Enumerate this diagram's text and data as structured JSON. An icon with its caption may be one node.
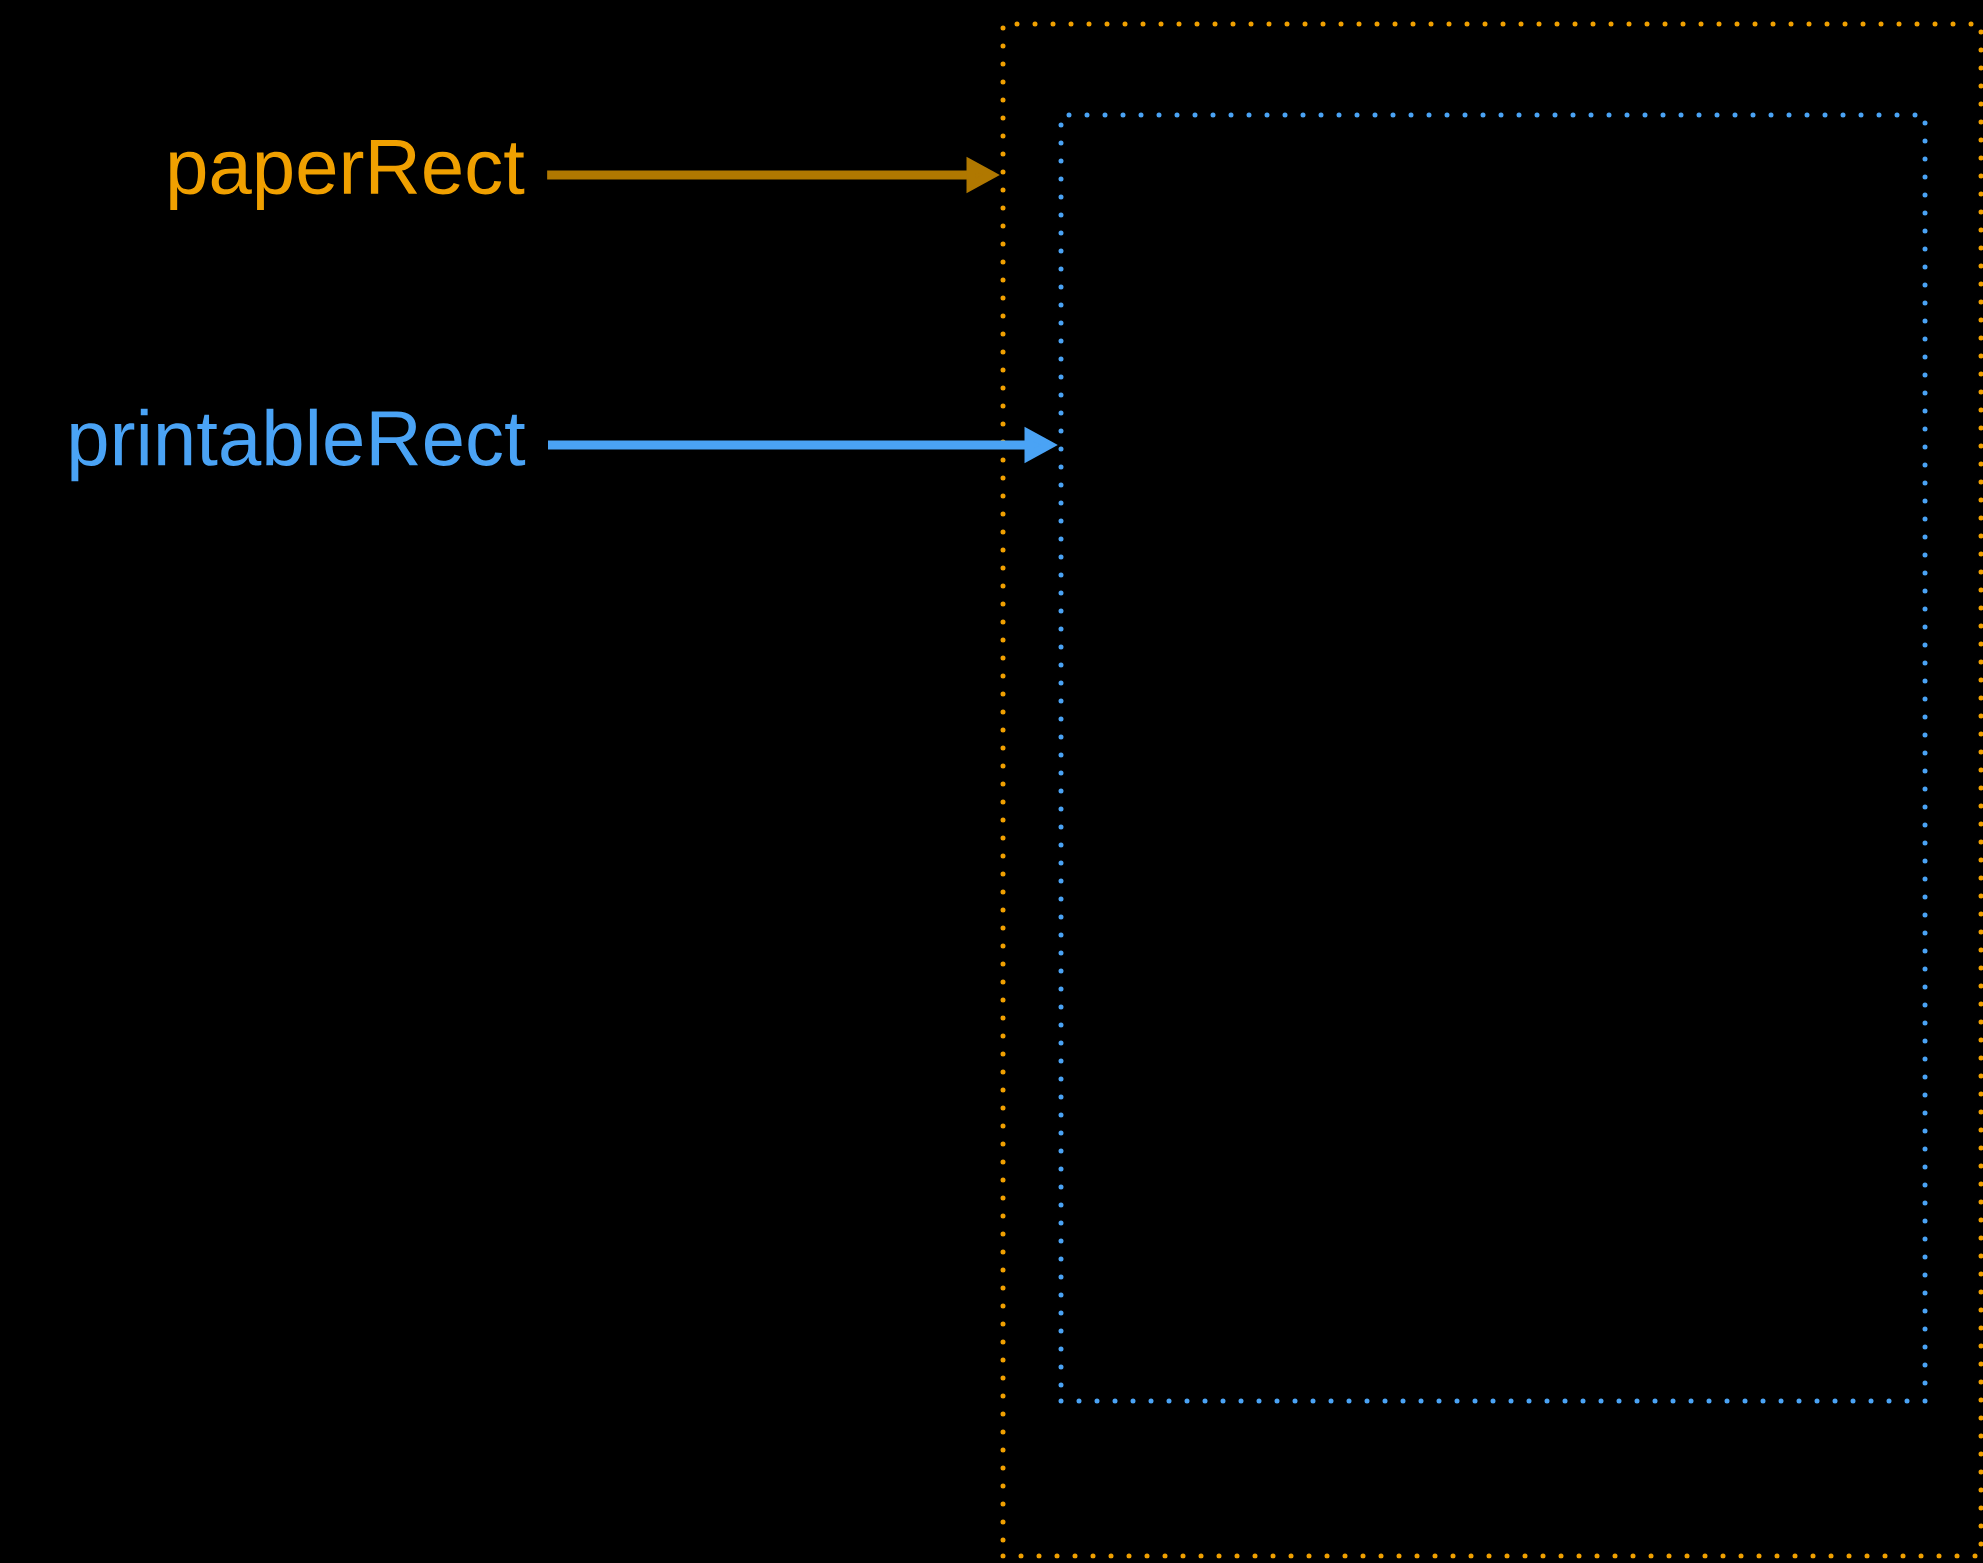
{
  "diagram": {
    "nodes": [
      {
        "text": [
          "paperRect"
        ]
      },
      {
        "text": [
          "printableRect"
        ]
      },
      {
        "text": [],
        "shape": "box"
      },
      {
        "text": [],
        "shape": "box",
        "in": 2
      }
    ],
    "edges": [
      {
        "from": 0,
        "to": 2,
        "arrow": "to",
        "color": "#b07800"
      },
      {
        "from": 1,
        "to": 3,
        "arrow": "to",
        "color": "#4aa3f5"
      }
    ]
  }
}
